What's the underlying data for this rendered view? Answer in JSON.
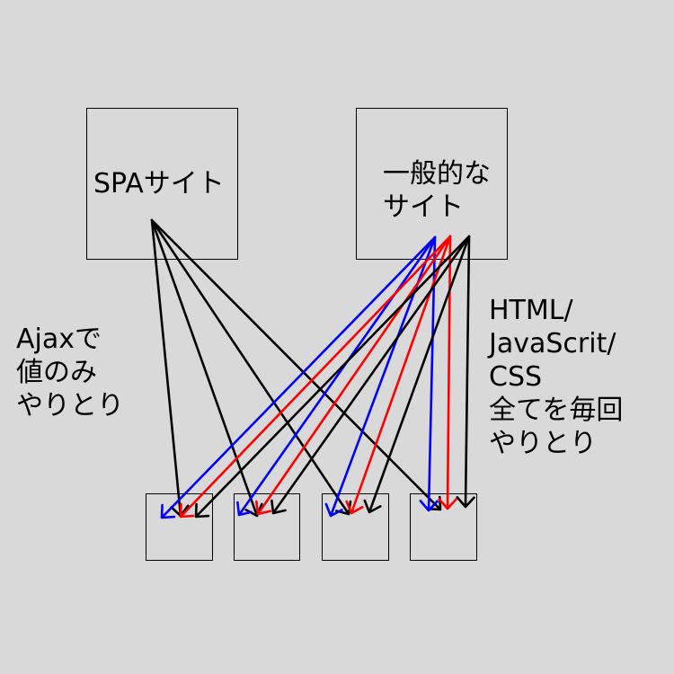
{
  "nodes": {
    "spa_site": "SPAサイト",
    "normal_site": "一般的な\nサイト"
  },
  "annotations": {
    "ajax": "Ajaxで\n値のみ\nやりとり",
    "full": "HTML/\nJavaScrit/\nCSS\n全てを毎回\nやりとり"
  },
  "colors": {
    "background": "#d9d9d9",
    "black": "#000000",
    "red": "#ff0000",
    "blue": "#0000ff"
  }
}
